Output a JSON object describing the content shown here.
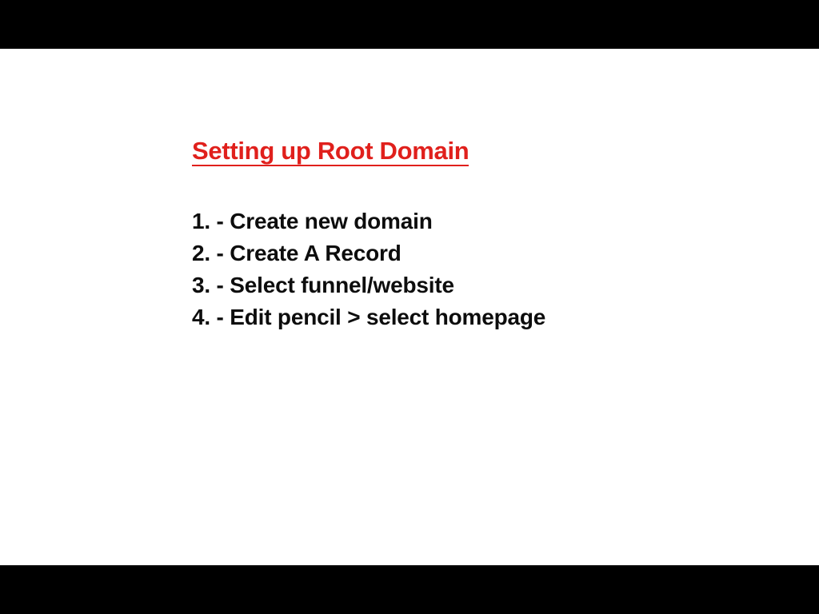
{
  "slide": {
    "title": "Setting up Root Domain",
    "title_color": "#e0201c",
    "body_color": "#0d0d0d",
    "background_color": "#ffffff",
    "letterbox_color": "#000000",
    "steps": [
      {
        "number": "1.",
        "dash": "-",
        "text": "Create new domain"
      },
      {
        "number": "2.",
        "dash": "-",
        "text": "Create A Record"
      },
      {
        "number": "3.",
        "dash": "-",
        "text": "Select funnel/website"
      },
      {
        "number": "4.",
        "dash": "-",
        "text": "Edit pencil > select homepage"
      }
    ]
  }
}
